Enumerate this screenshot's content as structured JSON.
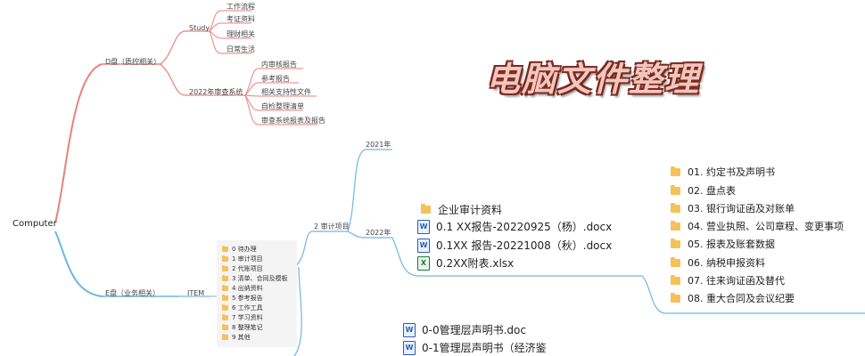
{
  "title": "电脑文件整理",
  "root": "Computer",
  "d_drive": {
    "label": "D盘（质控相关）",
    "study": {
      "label": "Study",
      "items": [
        "工作流程",
        "考证资料",
        "理财相关",
        "日常生活"
      ]
    },
    "system": {
      "label": "2022年审查系统",
      "items": [
        "内审核报告",
        "参考报告",
        "相关支持性文件",
        "自检整理清单",
        "审查系统报表及报告"
      ]
    }
  },
  "e_drive": {
    "label": "E盘（业务相关）",
    "item_label": "ITEM",
    "item_folders": [
      "0 待办理",
      "1 审计项目",
      "2 代账项目",
      "3 清单、合同及模板",
      "4 出纳资料",
      "5 参考报告",
      "6 工作工具",
      "7 学习资料",
      "8 整理笔记",
      "9 其他"
    ],
    "audit": {
      "label": "2 审计项目",
      "years": [
        "2021年",
        "2022年"
      ]
    }
  },
  "middle_files": [
    {
      "type": "folder",
      "name": "企业审计资料"
    },
    {
      "type": "docx",
      "name": "0.1 XX报告-20220925（杨）.docx"
    },
    {
      "type": "docx",
      "name": "0.1XX 报告-20221008（秋）.docx"
    },
    {
      "type": "xlsx",
      "name": "0.2XX附表.xlsx"
    }
  ],
  "bottom_files": [
    {
      "type": "doc",
      "name": "0-0管理层声明书.doc"
    },
    {
      "type": "doc",
      "name": "0-1管理层声明书（经济鉴"
    }
  ],
  "right_folders": [
    "01. 约定书及声明书",
    "02. 盘点表",
    "03. 银行询证函及对账单",
    "04. 营业执照、公司章程、变更事项",
    "05. 报表及账套数据",
    "06. 纳税申报资料",
    "07. 往来询证函及替代",
    "08. 重大合同及会议纪要"
  ],
  "colors": {
    "d_branch": "#e8827d",
    "e_branch": "#6fb6e0",
    "title_fill": "#f3c6bd",
    "title_outline": "#7a2b22",
    "folder": "#f4c15a"
  }
}
